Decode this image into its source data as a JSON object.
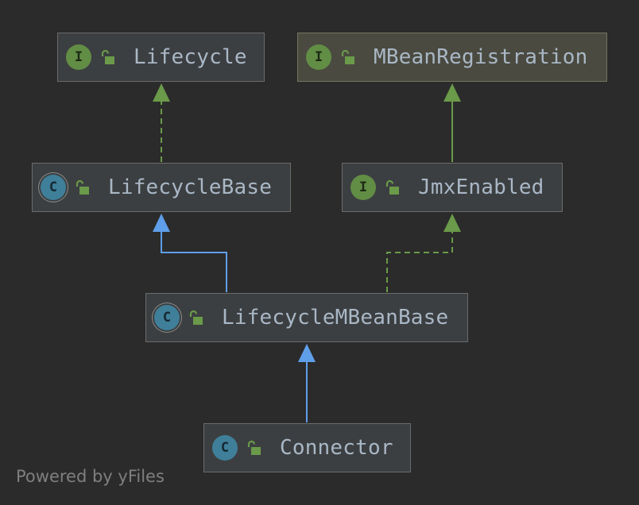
{
  "nodes": {
    "lifecycle": {
      "name": "Lifecycle",
      "kind_letter": "I",
      "kind": "interface",
      "icon": "interface-icon",
      "visibility_icon": "unlock-icon"
    },
    "mbeanregistration": {
      "name": "MBeanRegistration",
      "kind_letter": "I",
      "kind": "interface",
      "icon": "interface-icon",
      "visibility_icon": "unlock-icon"
    },
    "lifecyclebase": {
      "name": "LifecycleBase",
      "kind_letter": "C",
      "kind": "abstract-class",
      "icon": "abstract-class-icon",
      "visibility_icon": "unlock-icon"
    },
    "jmxenabled": {
      "name": "JmxEnabled",
      "kind_letter": "I",
      "kind": "interface",
      "icon": "interface-icon",
      "visibility_icon": "unlock-icon"
    },
    "lifecyclembeanbase": {
      "name": "LifecycleMBeanBase",
      "kind_letter": "C",
      "kind": "abstract-class",
      "icon": "abstract-class-icon",
      "visibility_icon": "unlock-icon"
    },
    "connector": {
      "name": "Connector",
      "kind_letter": "C",
      "kind": "class",
      "icon": "class-icon",
      "visibility_icon": "unlock-icon"
    }
  },
  "edges": [
    {
      "from": "LifecycleBase",
      "to": "Lifecycle",
      "relation": "implements"
    },
    {
      "from": "JmxEnabled",
      "to": "MBeanRegistration",
      "relation": "extends"
    },
    {
      "from": "LifecycleMBeanBase",
      "to": "LifecycleBase",
      "relation": "extends"
    },
    {
      "from": "LifecycleMBeanBase",
      "to": "JmxEnabled",
      "relation": "implements"
    },
    {
      "from": "Connector",
      "to": "LifecycleMBeanBase",
      "relation": "extends"
    }
  ],
  "colors": {
    "background": "#2b2b2b",
    "implements_edge": "#6a9a4a",
    "extends_class_edge": "#5f9ee9",
    "interface_icon": "#628d45",
    "class_icon": "#3f7f99",
    "label_text": "#a9b7c6",
    "highlight_node": "#4a4a40"
  },
  "watermark": "Powered by yFiles"
}
